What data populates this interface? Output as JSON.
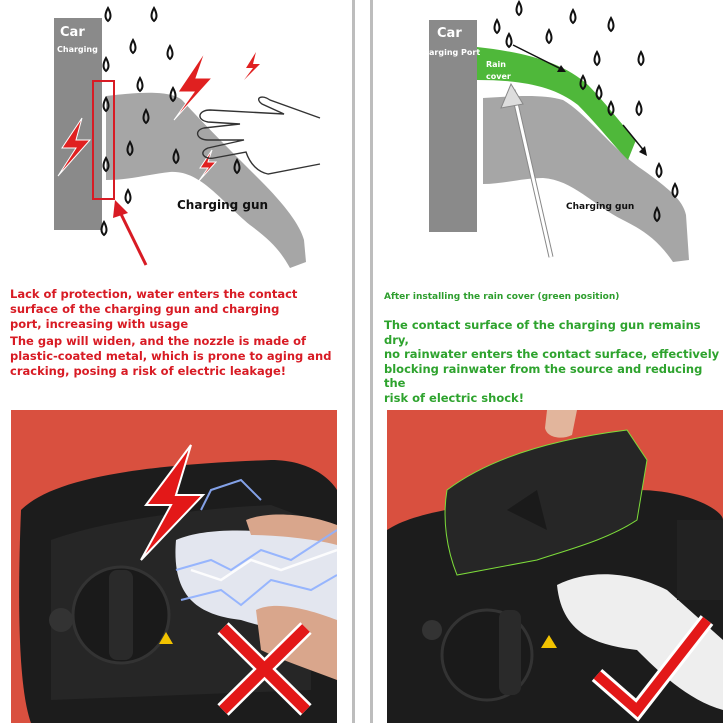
{
  "left_panel": {
    "diagram": {
      "car_label": "Car",
      "port_label": "Charging",
      "gun_label": "Charging gun"
    },
    "caption_lines": [
      "Lack of protection, water enters the contact",
      "surface of the charging gun and charging",
      "port, increasing with usage",
      "The gap will widen, and the nozzle is made of",
      "plastic-coated metal, which is prone to aging and",
      "cracking, posing a risk of electric leakage!"
    ],
    "photo": {
      "mark": "cross-icon",
      "warning": "lightning-icon"
    }
  },
  "right_panel": {
    "diagram": {
      "car_label": "Car",
      "port_label": "arging Port",
      "cover_label_1": "Rain",
      "cover_label_2": "cover",
      "gun_label": "Charging gun"
    },
    "subtitle": "After installing the rain cover (green position)",
    "caption_lines": [
      "The contact surface of the charging gun remains dry,",
      "no rainwater enters the contact surface, effectively",
      "blocking rainwater from the source and reducing the",
      "risk of electric shock!"
    ],
    "photo": {
      "mark": "checkmark-icon"
    }
  },
  "colors": {
    "red": "#d81b24",
    "green": "#2ea32e",
    "cover_green": "#4fb83a",
    "gray_dark": "#8a8a8a",
    "gray_gun": "#a6a6a6",
    "car_red": "#d8483c"
  }
}
